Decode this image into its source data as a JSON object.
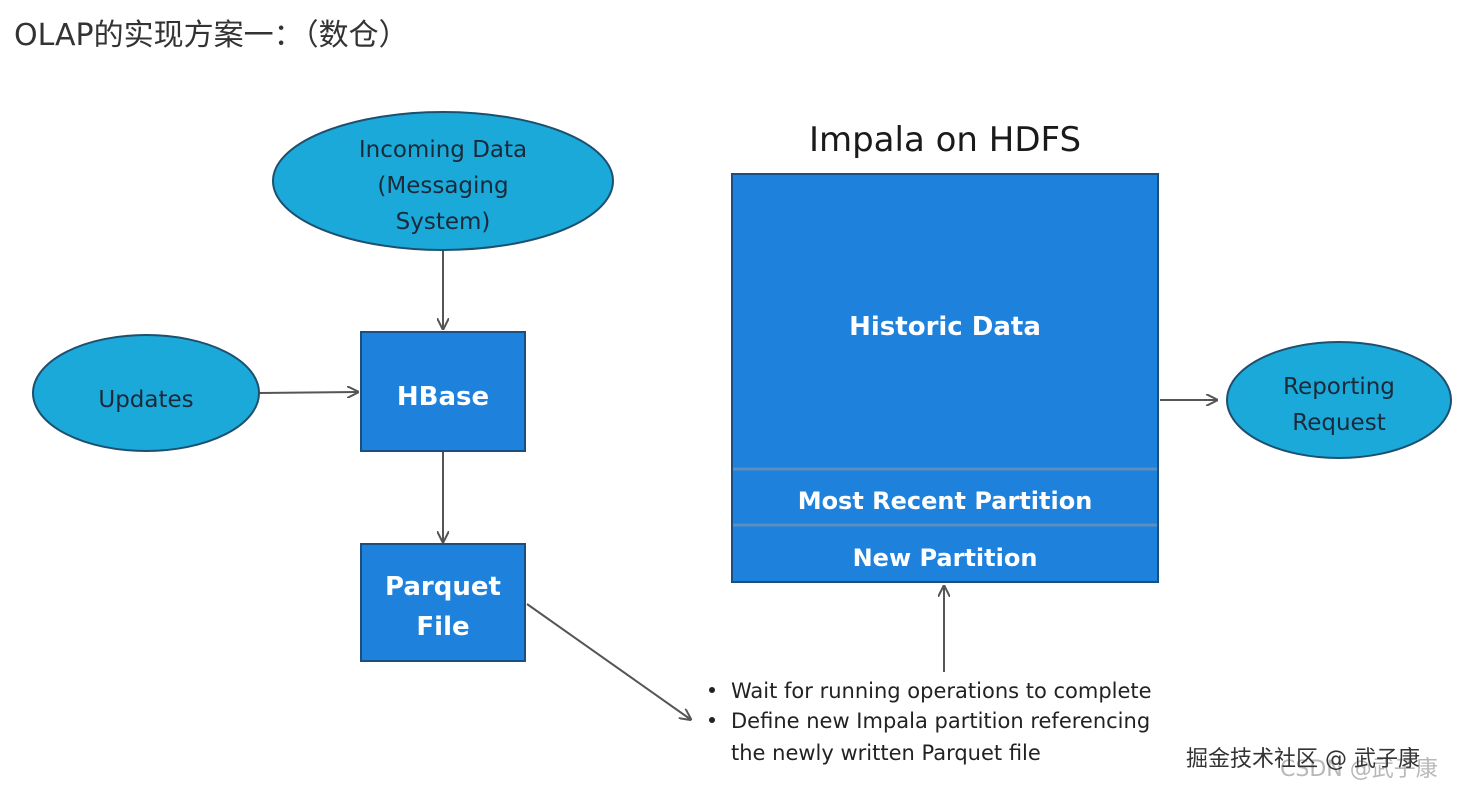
{
  "heading": "OLAP的实现方案一：（数仓）",
  "diagram": {
    "colors": {
      "ellipse_fill": "#1aa9d8",
      "ellipse_stroke": "#1f4f6e",
      "box_fill": "#1e82dc",
      "box_stroke": "#1a4f80",
      "arrow": "#555555"
    },
    "incoming_data": [
      "Incoming Data",
      "(Messaging",
      "System)"
    ],
    "updates": "Updates",
    "hbase": "HBase",
    "parquet_file": [
      "Parquet",
      "File"
    ],
    "impala_title": "Impala on HDFS",
    "historic_data": "Historic Data",
    "most_recent_partition": "Most Recent Partition",
    "new_partition": "New Partition",
    "reporting_request": [
      "Reporting",
      "Request"
    ],
    "notes": [
      "Wait for running operations to complete",
      "Define new Impala partition referencing",
      "the newly written Parquet file"
    ]
  },
  "watermark": {
    "text": "掘金技术社区 @ 武子康",
    "faint": "CSDN @武子康"
  }
}
